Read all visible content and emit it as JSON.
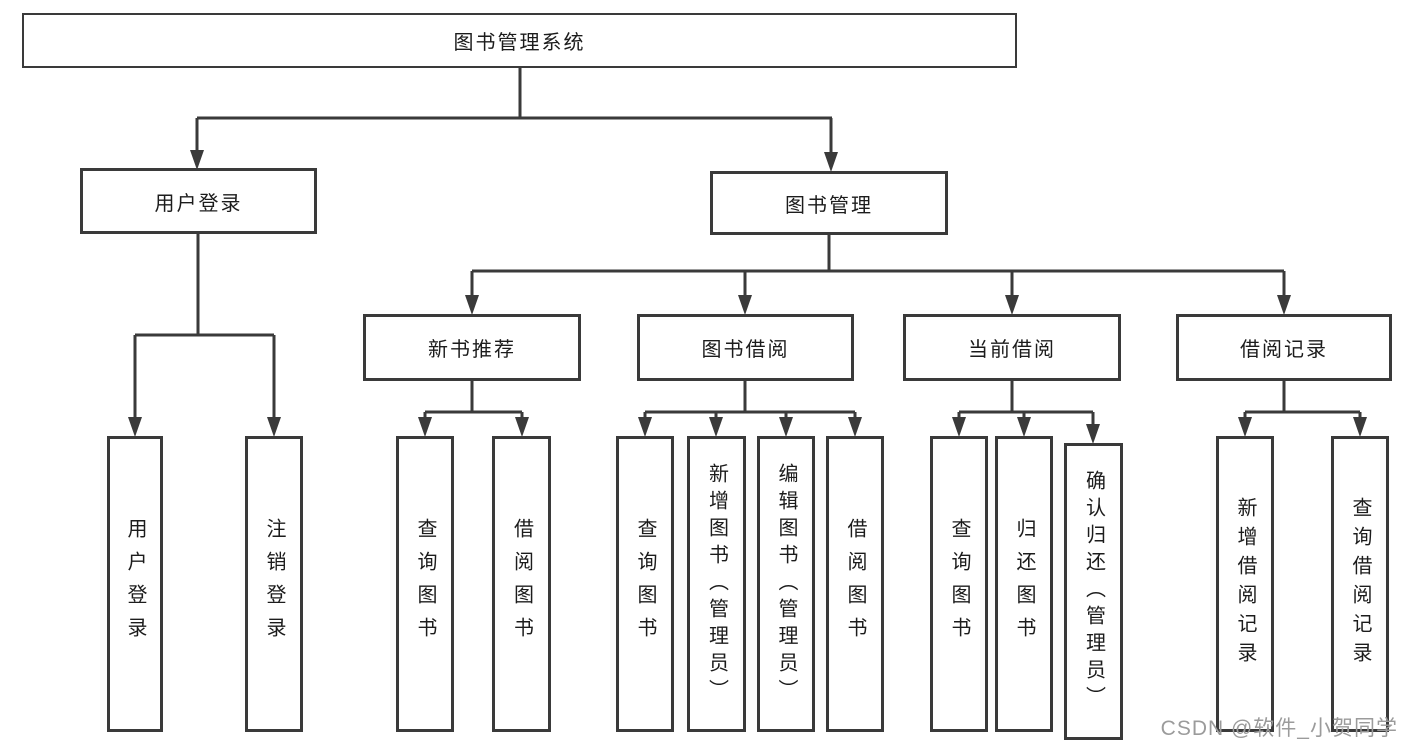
{
  "diagram_title": "图书管理系统",
  "nodes": {
    "root": "图书管理系统",
    "user_login": "用户登录",
    "book_mgmt": "图书管理",
    "new_book_rec": "新书推荐",
    "book_borrow": "图书借阅",
    "current_borrow": "当前借阅",
    "borrow_records": "借阅记录",
    "leaf_user_login": "用户登录",
    "leaf_logout": "注销登录",
    "rec_query_book": "查询图书",
    "rec_borrow_book": "借阅图书",
    "bor_query_book": "查询图书",
    "bor_add_book": "新增图书（管理员）",
    "bor_edit_book": "编辑图书（管理员）",
    "bor_borrow_book": "借阅图书",
    "cur_query_book": "查询图书",
    "cur_return_book": "归还图书",
    "cur_confirm_return": "确认归还（管理员）",
    "log_add_record": "新增借阅记录",
    "log_query_record": "查询借阅记录"
  },
  "watermark": "CSDN @软件_小贺同学",
  "colors": {
    "line": "#3a3a3a",
    "text": "#1c1c1c",
    "background": "#ffffff",
    "watermark": "#9b9b9b"
  }
}
